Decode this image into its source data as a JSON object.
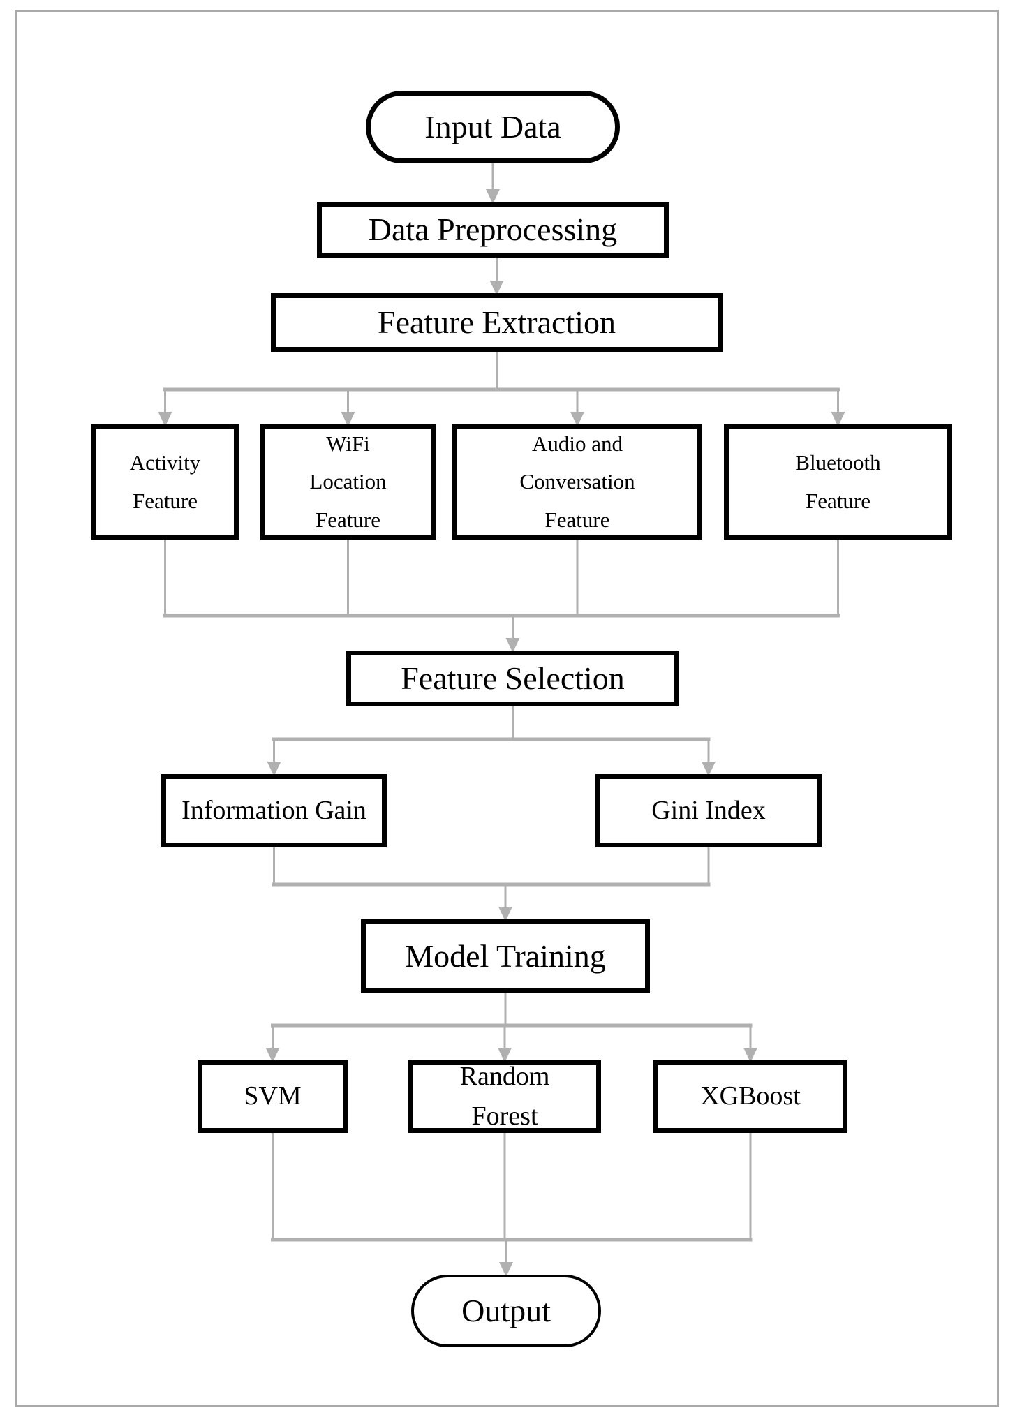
{
  "nodes": {
    "input_data": {
      "label": "Input Data",
      "shape": "stadium"
    },
    "data_preprocessing": {
      "label": "Data Preprocessing",
      "shape": "rect"
    },
    "feature_extraction": {
      "label": "Feature Extraction",
      "shape": "rect"
    },
    "activity_feature": {
      "label": "Activity\nFeature",
      "shape": "rect"
    },
    "wifi_location_feature": {
      "label": "WiFi\nLocation\nFeature",
      "shape": "rect"
    },
    "audio_conversation_feature": {
      "label": "Audio and\nConversation\nFeature",
      "shape": "rect"
    },
    "bluetooth_feature": {
      "label": "Bluetooth\nFeature",
      "shape": "rect"
    },
    "feature_selection": {
      "label": "Feature Selection",
      "shape": "rect"
    },
    "information_gain": {
      "label": "Information Gain",
      "shape": "rect"
    },
    "gini_index": {
      "label": "Gini Index",
      "shape": "rect"
    },
    "model_training": {
      "label": "Model Training",
      "shape": "rect"
    },
    "svm": {
      "label": "SVM",
      "shape": "rect"
    },
    "random_forest": {
      "label": "Random\nForest",
      "shape": "rect"
    },
    "xgboost": {
      "label": "XGBoost",
      "shape": "rect"
    },
    "output": {
      "label": "Output",
      "shape": "stadium"
    }
  },
  "edges": [
    {
      "type": "straight",
      "from": "input_data",
      "to": [
        "data_preprocessing"
      ]
    },
    {
      "type": "straight",
      "from": "data_preprocessing",
      "to": [
        "feature_extraction"
      ]
    },
    {
      "type": "fan",
      "from": "feature_extraction",
      "to": [
        "activity_feature",
        "wifi_location_feature",
        "audio_conversation_feature",
        "bluetooth_feature"
      ]
    },
    {
      "type": "join",
      "from": [
        "activity_feature",
        "wifi_location_feature",
        "audio_conversation_feature",
        "bluetooth_feature"
      ],
      "to": "feature_selection"
    },
    {
      "type": "fan",
      "from": "feature_selection",
      "to": [
        "information_gain",
        "gini_index"
      ]
    },
    {
      "type": "join",
      "from": [
        "information_gain",
        "gini_index"
      ],
      "to": "model_training"
    },
    {
      "type": "fan",
      "from": "model_training",
      "to": [
        "svm",
        "random_forest",
        "xgboost"
      ]
    },
    {
      "type": "join",
      "from": [
        "svm",
        "random_forest",
        "xgboost"
      ],
      "to": "output"
    }
  ],
  "colors": {
    "line": "#b0b0b0",
    "node_border": "#000000",
    "frame": "#a9a9a9",
    "background": "#ffffff",
    "text": "#000000"
  }
}
